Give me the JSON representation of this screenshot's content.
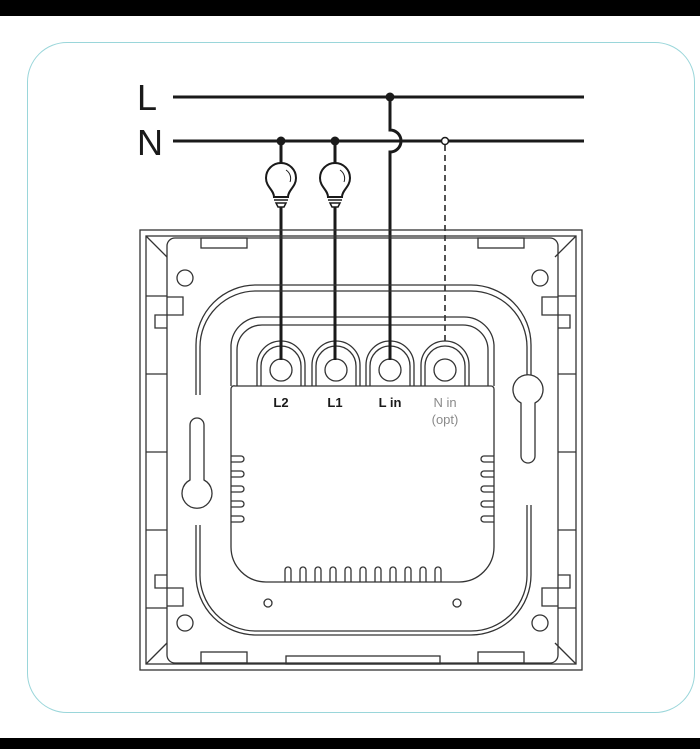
{
  "diagram": {
    "lines": {
      "live": "L",
      "neutral": "N"
    },
    "terminals": [
      {
        "label": "L2",
        "optional": false
      },
      {
        "label": "L1",
        "optional": false
      },
      {
        "label": "L in",
        "optional": false
      },
      {
        "label": "N in",
        "note": "(opt)",
        "optional": true
      }
    ],
    "colors": {
      "wire": "#1a1a1a",
      "outline": "#333333",
      "optional_label": "#8a8a8a",
      "frame": "#9ad6da"
    }
  }
}
